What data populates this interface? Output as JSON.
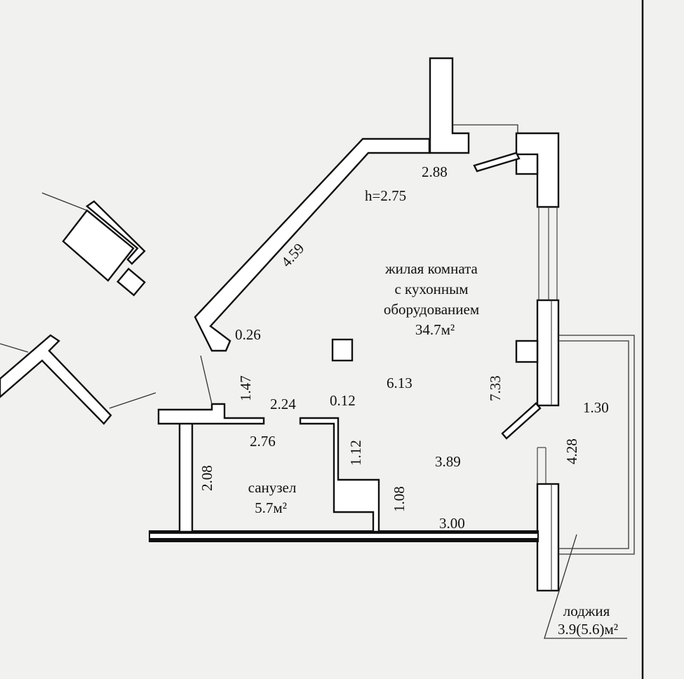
{
  "rooms": {
    "living": {
      "line1": "жилая комната",
      "line2": "с кухонным",
      "line3": "оборудованием",
      "area": "34.7м²"
    },
    "bathroom": {
      "name": "санузел",
      "area": "5.7м²"
    },
    "loggia": {
      "name": "лоджия",
      "area": "3.9(5.6)м²"
    }
  },
  "ceiling_height": "h=2.75",
  "dimensions": {
    "d_2_88": "2.88",
    "d_4_59": "4.59",
    "d_0_26": "0.26",
    "d_1_47": "1.47",
    "d_2_24": "2.24",
    "d_0_12": "0.12",
    "d_6_13": "6.13",
    "d_7_33": "7.33",
    "d_1_30": "1.30",
    "d_2_76": "2.76",
    "d_1_12": "1.12",
    "d_3_89": "3.89",
    "d_4_28": "4.28",
    "d_2_08": "2.08",
    "d_1_08": "1.08",
    "d_3_00": "3.00"
  },
  "colors": {
    "paper": "#f1f1ef",
    "ink": "#111111",
    "wall_fill": "#ffffff"
  }
}
